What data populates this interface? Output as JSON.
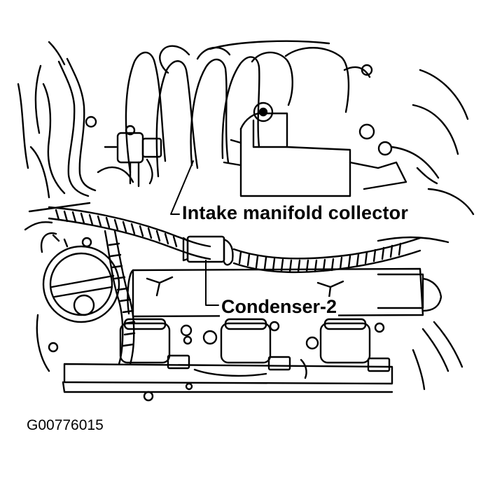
{
  "figure": {
    "callouts": {
      "intake_manifold_collector": "Intake manifold collector",
      "condenser_2": "Condenser-2"
    },
    "figure_id": "G00776015"
  }
}
